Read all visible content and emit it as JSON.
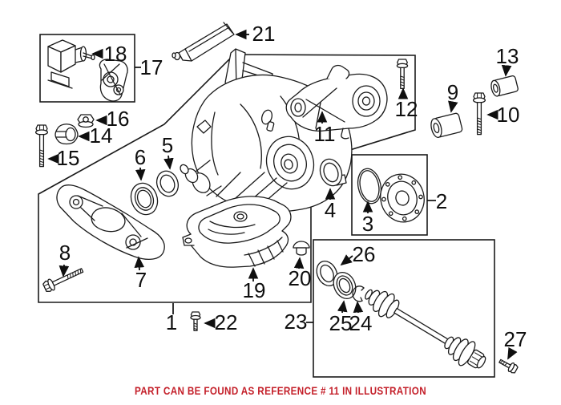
{
  "illustration": {
    "note": "PART CAN BE FOUND AS REFERENCE # 11 IN ILLUSTRATION",
    "colors": {
      "line": "#1a1a1a",
      "label": "#0f0f0f",
      "note_red": "#c4202a",
      "background": "#ffffff"
    },
    "callouts": {
      "c1": "1",
      "c2": "2",
      "c3": "3",
      "c4": "4",
      "c5": "5",
      "c6": "6",
      "c7": "7",
      "c8": "8",
      "c9": "9",
      "c10": "10",
      "c11": "11",
      "c12": "12",
      "c13": "13",
      "c14": "14",
      "c15": "15",
      "c16": "16",
      "c17": "17",
      "c18": "18",
      "c19": "19",
      "c20": "20",
      "c21": "21",
      "c22": "22",
      "c23": "23",
      "c24": "24",
      "c25": "25",
      "c26": "26",
      "c27": "27"
    }
  }
}
